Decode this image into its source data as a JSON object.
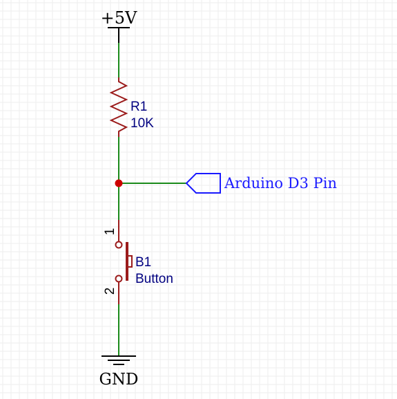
{
  "supply": {
    "label": "+5V"
  },
  "resistor": {
    "ref": "R1",
    "value": "10K"
  },
  "net_label": {
    "text": "Arduino D3 Pin"
  },
  "button": {
    "ref": "B1",
    "value": "Button",
    "pin1": "1",
    "pin2": "2"
  },
  "ground": {
    "label": "GND"
  },
  "colors": {
    "wire": "#1a8a1a",
    "component": "#9b1b1b",
    "junction": "#cc0000",
    "net_label": "#1a1aff",
    "symbol": "#000000",
    "grid": "#eeeeee"
  }
}
